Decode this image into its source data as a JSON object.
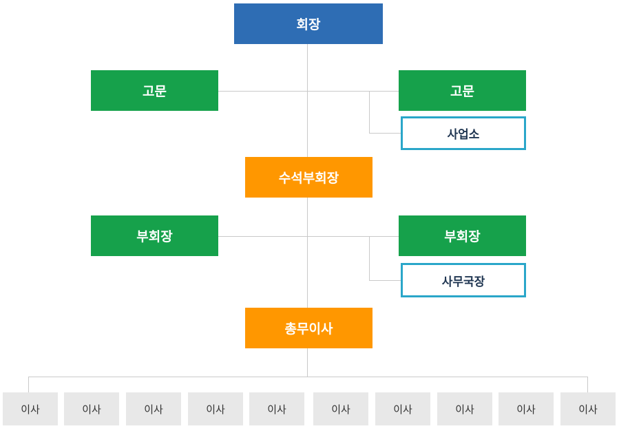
{
  "chart": {
    "chairman": "회장",
    "advisor_left": "고문",
    "advisor_right": "고문",
    "office": "사업소",
    "senior_vice": "수석부회장",
    "vice_left": "부회장",
    "vice_right": "부회장",
    "secretary_general": "사무국장",
    "general_director": "총무이사",
    "directors": [
      "이사",
      "이사",
      "이사",
      "이사",
      "이사",
      "이사",
      "이사",
      "이사",
      "이사",
      "이사"
    ]
  },
  "colors": {
    "chairman": "#2e6db4",
    "advisor": "#16a14b",
    "executive": "#ff9700",
    "outline": "#2aa6c9",
    "member": "#e8e8e8",
    "line": "#c9c9c9"
  }
}
